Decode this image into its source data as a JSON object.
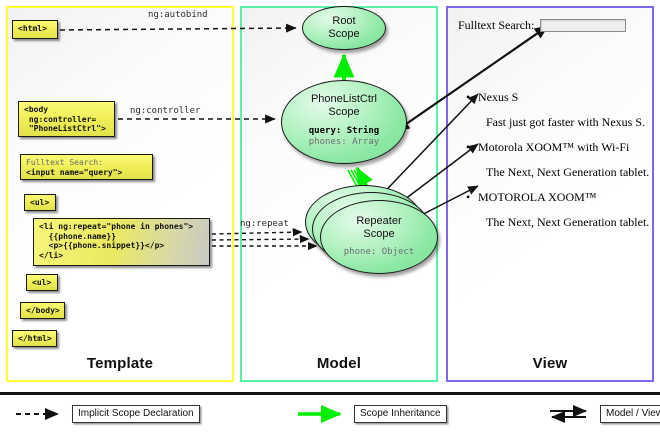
{
  "panels": {
    "template": {
      "label": "Template",
      "border_color": "#ffff33"
    },
    "model": {
      "label": "Model",
      "border_color": "#55f2a8"
    },
    "view": {
      "label": "View",
      "border_color": "#7b68ee"
    }
  },
  "template_code": {
    "html_open": "<html>",
    "body_open": "<body\n ng:controller=\n \"PhoneListCtrl\">",
    "search_label": "Fulltext Search:",
    "search_input_tag": "<input name=\"query\">",
    "ul_open_1": "<ul>",
    "li_repeat": "<li ng:repeat=\"phone in phones\">\n  {{phone.name}}\n  <p>{{phone.snippet}}</p>\n</li>",
    "ul_open_2": "<ul>",
    "body_close": "</body>",
    "html_close": "</html>"
  },
  "edges": {
    "autobind": "ng:autobind",
    "controller": "ng:controller",
    "repeat": "ng:repeat"
  },
  "scopes": {
    "root": {
      "title": "Root\nScope"
    },
    "ctrl": {
      "title": "PhoneListCtrl\nScope",
      "prop_primary": "query: String",
      "prop_secondary": "phones: Array"
    },
    "repeater": {
      "title": "Repeater\nScope",
      "prop_primary": "phone: Object",
      "stack_count": 3
    }
  },
  "view": {
    "search_label": "Fulltext Search:",
    "search_value": "",
    "search_placeholder": "",
    "phones": [
      {
        "name": "Nexus S",
        "snippet": "Fast just got faster with Nexus S."
      },
      {
        "name": "Motorola XOOM™  with Wi-Fi",
        "snippet": "The Next, Next Generation tablet."
      },
      {
        "name": "MOTOROLA XOOM™",
        "snippet": "The Next, Next Generation tablet."
      }
    ]
  },
  "legend": [
    {
      "label": "Implicit Scope Declaration",
      "style": "dashed-arrow",
      "color": "#111111"
    },
    {
      "label": "Scope Inheritance",
      "style": "solid-arrow",
      "color": "#00ee00"
    },
    {
      "label": "Model / View Data-binding",
      "style": "double-arrow",
      "color": "#111111"
    }
  ]
}
